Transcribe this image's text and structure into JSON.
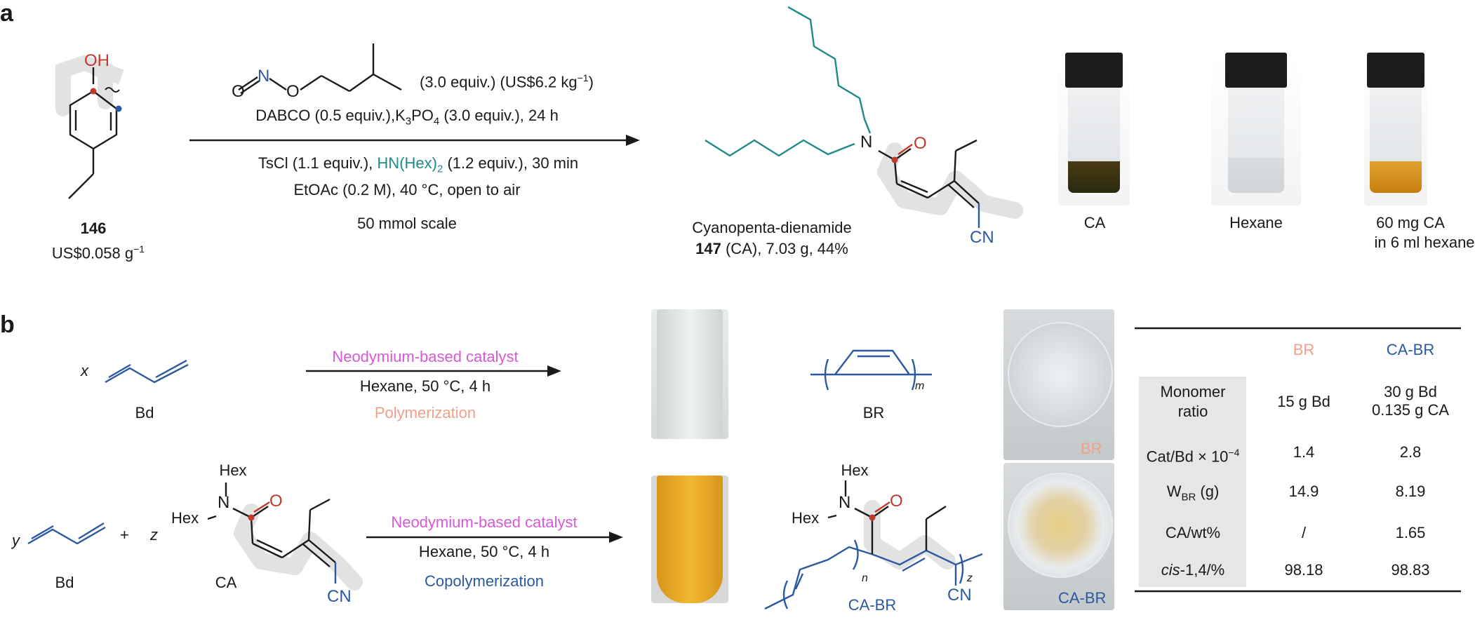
{
  "panel_a": {
    "label": "a",
    "sm_oh": "OH",
    "sm_num": "146",
    "sm_price": "US$0.058 g",
    "sm_price_exp": "−1",
    "reagent_n": "N",
    "reagent_o1": "O",
    "reagent_o2": "O",
    "reagent_equiv": "(3.0 equiv.)  (US$6.2 kg",
    "reagent_equiv_exp": "−1",
    "reagent_equiv_end": ")",
    "cond1": "DABCO (0.5 equiv.),K",
    "cond1_sub": "3",
    "cond1_b": "PO",
    "cond1_sub2": "4",
    "cond1_end": " (3.0 equiv.), 24 h",
    "cond2_a": "TsCl (1.1 equiv.), ",
    "cond2_amine": "HN(Hex)",
    "cond2_sub": "2",
    "cond2_end": " (1.2 equiv.), 30 min",
    "cond3": "EtOAc (0.2 M), 40 °C, open to air",
    "cond4": "50 mmol scale",
    "prod_n": "N",
    "prod_o": "O",
    "prod_cn": "CN",
    "prod_name": "Cyanopenta-dienamide",
    "prod_num": "147",
    "prod_yield": " (CA), 7.03 g, 44%",
    "vial1": "CA",
    "vial2": "Hexane",
    "vial3_l1": "60 mg CA",
    "vial3_l2": "in 6 ml hexane"
  },
  "panel_b": {
    "label": "b",
    "x": "x",
    "y": "y",
    "plus": "+",
    "z": "z",
    "bd1": "Bd",
    "bd2": "Bd",
    "ca": "CA",
    "hex1": "Hex",
    "hex2": "Hex",
    "n": "N",
    "o": "O",
    "cn": "CN",
    "cat1": "Neodymium-based catalyst",
    "cond1": "Hexane, 50 °C, 4 h",
    "type1": "Polymerization",
    "cat2": "Neodymium-based catalyst",
    "cond2": "Hexane, 50 °C, 4 h",
    "type2": "Copolymerization",
    "br": "BR",
    "m": "m",
    "p_hex1": "Hex",
    "p_hex2": "Hex",
    "p_n": "N",
    "p_o": "O",
    "p_cn": "CN",
    "p_n_sub": "n",
    "p_z_sub": "z",
    "cabr": "CA-BR",
    "photo_br": "BR",
    "photo_cabr": "CA-BR"
  },
  "table": {
    "headers": [
      "",
      "BR",
      "CA-BR"
    ],
    "rows": [
      {
        "label_l1": "Monomer",
        "label_l2": "ratio",
        "br": "15 g Bd",
        "cabr_l1": "30 g Bd",
        "cabr_l2": "0.135 g CA"
      },
      {
        "label": "Cat/Bd × 10",
        "label_exp": "−4",
        "br": "1.4",
        "cabr": "2.8"
      },
      {
        "label": "W",
        "label_sub": "BR",
        "label_end": " (g)",
        "br": "14.9",
        "cabr": "8.19"
      },
      {
        "label": "CA/wt%",
        "br": "/",
        "cabr": "1.65"
      },
      {
        "label_it": "cis",
        "label_end": "-1,4/%",
        "br": "98.18",
        "cabr": "98.83"
      }
    ]
  },
  "colors": {
    "red": "#c0392b",
    "blue": "#2c5aa0",
    "teal": "#1f8a8a",
    "magenta": "#d65ad6",
    "salmon": "#f0a08a",
    "highlight": "#e6e6e6"
  }
}
